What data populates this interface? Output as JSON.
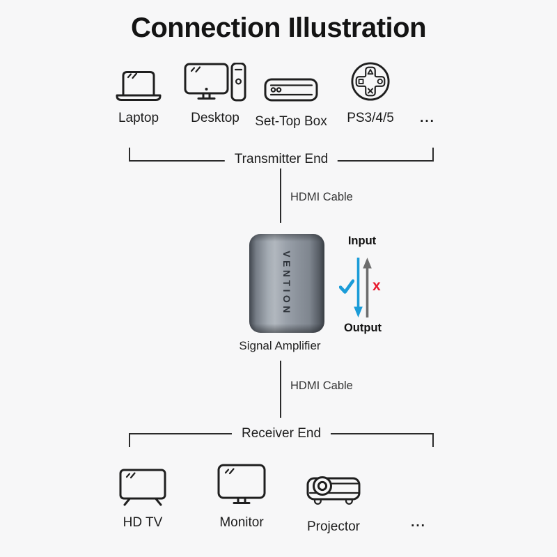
{
  "title": "Connection Illustration",
  "transmitter": {
    "label": "Transmitter End",
    "devices": [
      {
        "name": "Laptop",
        "icon": "laptop-icon"
      },
      {
        "name": "Desktop",
        "icon": "desktop-icon"
      },
      {
        "name": "Set-Top Box",
        "icon": "set-top-box-icon"
      },
      {
        "name": "PS3/4/5",
        "icon": "playstation-controller-icon"
      },
      {
        "name": "...",
        "icon": "ellipsis"
      }
    ]
  },
  "cables": {
    "top_label": "HDMI Cable",
    "bottom_label": "HDMI Cable"
  },
  "amplifier": {
    "brand": "VENTION",
    "label": "Signal Amplifier"
  },
  "signal_direction": {
    "input_label": "Input",
    "output_label": "Output",
    "correct_mark": "✓",
    "wrong_mark": "x"
  },
  "receiver": {
    "label": "Receiver End",
    "devices": [
      {
        "name": "HD TV",
        "icon": "hdtv-icon"
      },
      {
        "name": "Monitor",
        "icon": "monitor-icon"
      },
      {
        "name": "Projector",
        "icon": "projector-icon"
      },
      {
        "name": "...",
        "icon": "ellipsis"
      }
    ]
  },
  "colors": {
    "background": "#f7f7f8",
    "line_black": "#2b2b2b",
    "correct_arrow_blue": "#1b9cd8",
    "wrong_arrow_gray": "#6d6d6d",
    "wrong_mark_red": "#e8192c",
    "amplifier_body_gray": "#8c939c"
  }
}
